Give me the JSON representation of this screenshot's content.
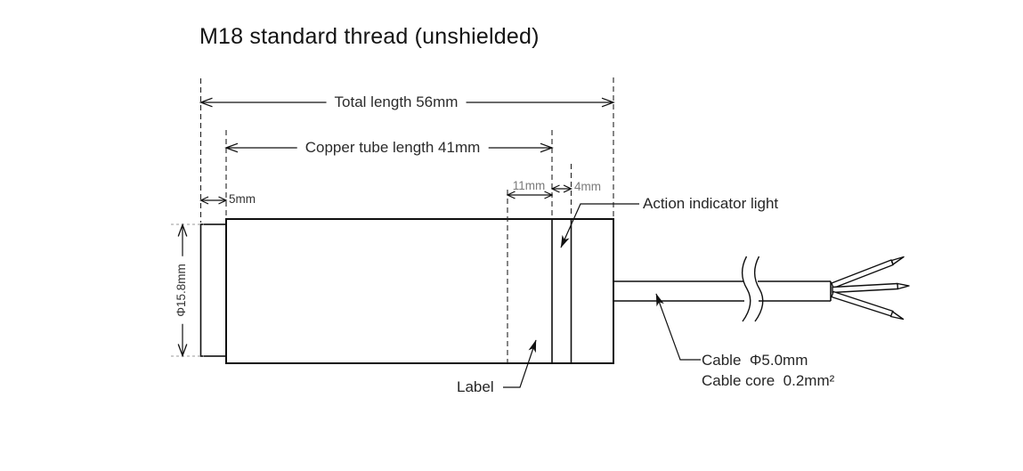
{
  "title": "M18 standard thread (unshielded)",
  "diagram": {
    "type": "technical-dimension-drawing",
    "subject": "M18 inductive proximity sensor, unshielded, with cable"
  },
  "dimensions": {
    "total_length": "Total length 56mm",
    "copper_tube_length": "Copper tube length 41mm",
    "label_band_width": "11mm",
    "indicator_band_width": "4mm",
    "head_width": "5mm",
    "diameter": "Φ15.8mm"
  },
  "annotations": {
    "indicator": "Action indicator light",
    "label": "Label",
    "cable": "Cable  Φ5.0mm",
    "cable_core": "Cable core  0.2mm²"
  },
  "colors": {
    "background": "#ffffff",
    "line": "#111111",
    "dim_text_small": "#7a7a7a",
    "text": "#262626",
    "extension_tick": "#9a9a9a"
  }
}
